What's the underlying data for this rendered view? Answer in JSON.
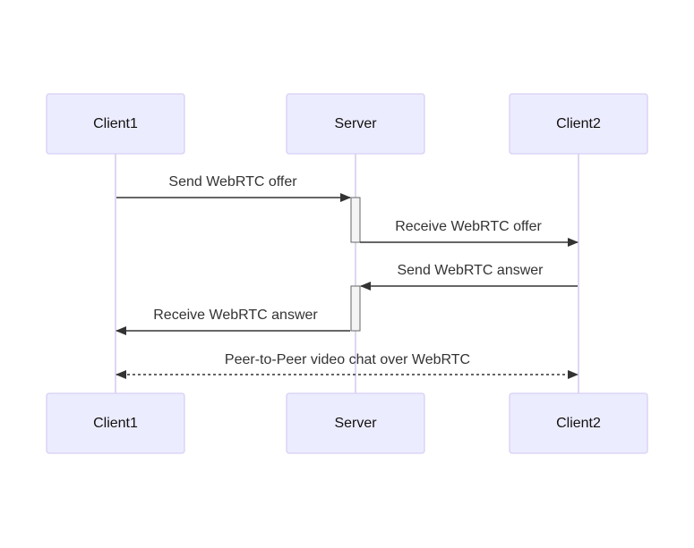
{
  "diagram": {
    "type": "sequence",
    "colors": {
      "actor_fill": "#ececff",
      "actor_border": "#d7d0f5",
      "lifeline": "#d6ccf2",
      "message": "#333333",
      "activation_fill": "#f4f4f4"
    },
    "participants": [
      {
        "id": "client1",
        "label": "Client1"
      },
      {
        "id": "server",
        "label": "Server"
      },
      {
        "id": "client2",
        "label": "Client2"
      }
    ],
    "messages": [
      {
        "from": "client1",
        "to": "server",
        "label": "Send WebRTC offer",
        "style": "solid",
        "arrow": "end"
      },
      {
        "from": "server",
        "to": "client2",
        "label": "Receive WebRTC offer",
        "style": "solid",
        "arrow": "end"
      },
      {
        "from": "client2",
        "to": "server",
        "label": "Send WebRTC answer",
        "style": "solid",
        "arrow": "end"
      },
      {
        "from": "server",
        "to": "client1",
        "label": "Receive WebRTC answer",
        "style": "solid",
        "arrow": "end"
      },
      {
        "from": "client1",
        "to": "client2",
        "label": "Peer-to-Peer video chat over WebRTC",
        "style": "dotted",
        "arrow": "both"
      }
    ]
  }
}
